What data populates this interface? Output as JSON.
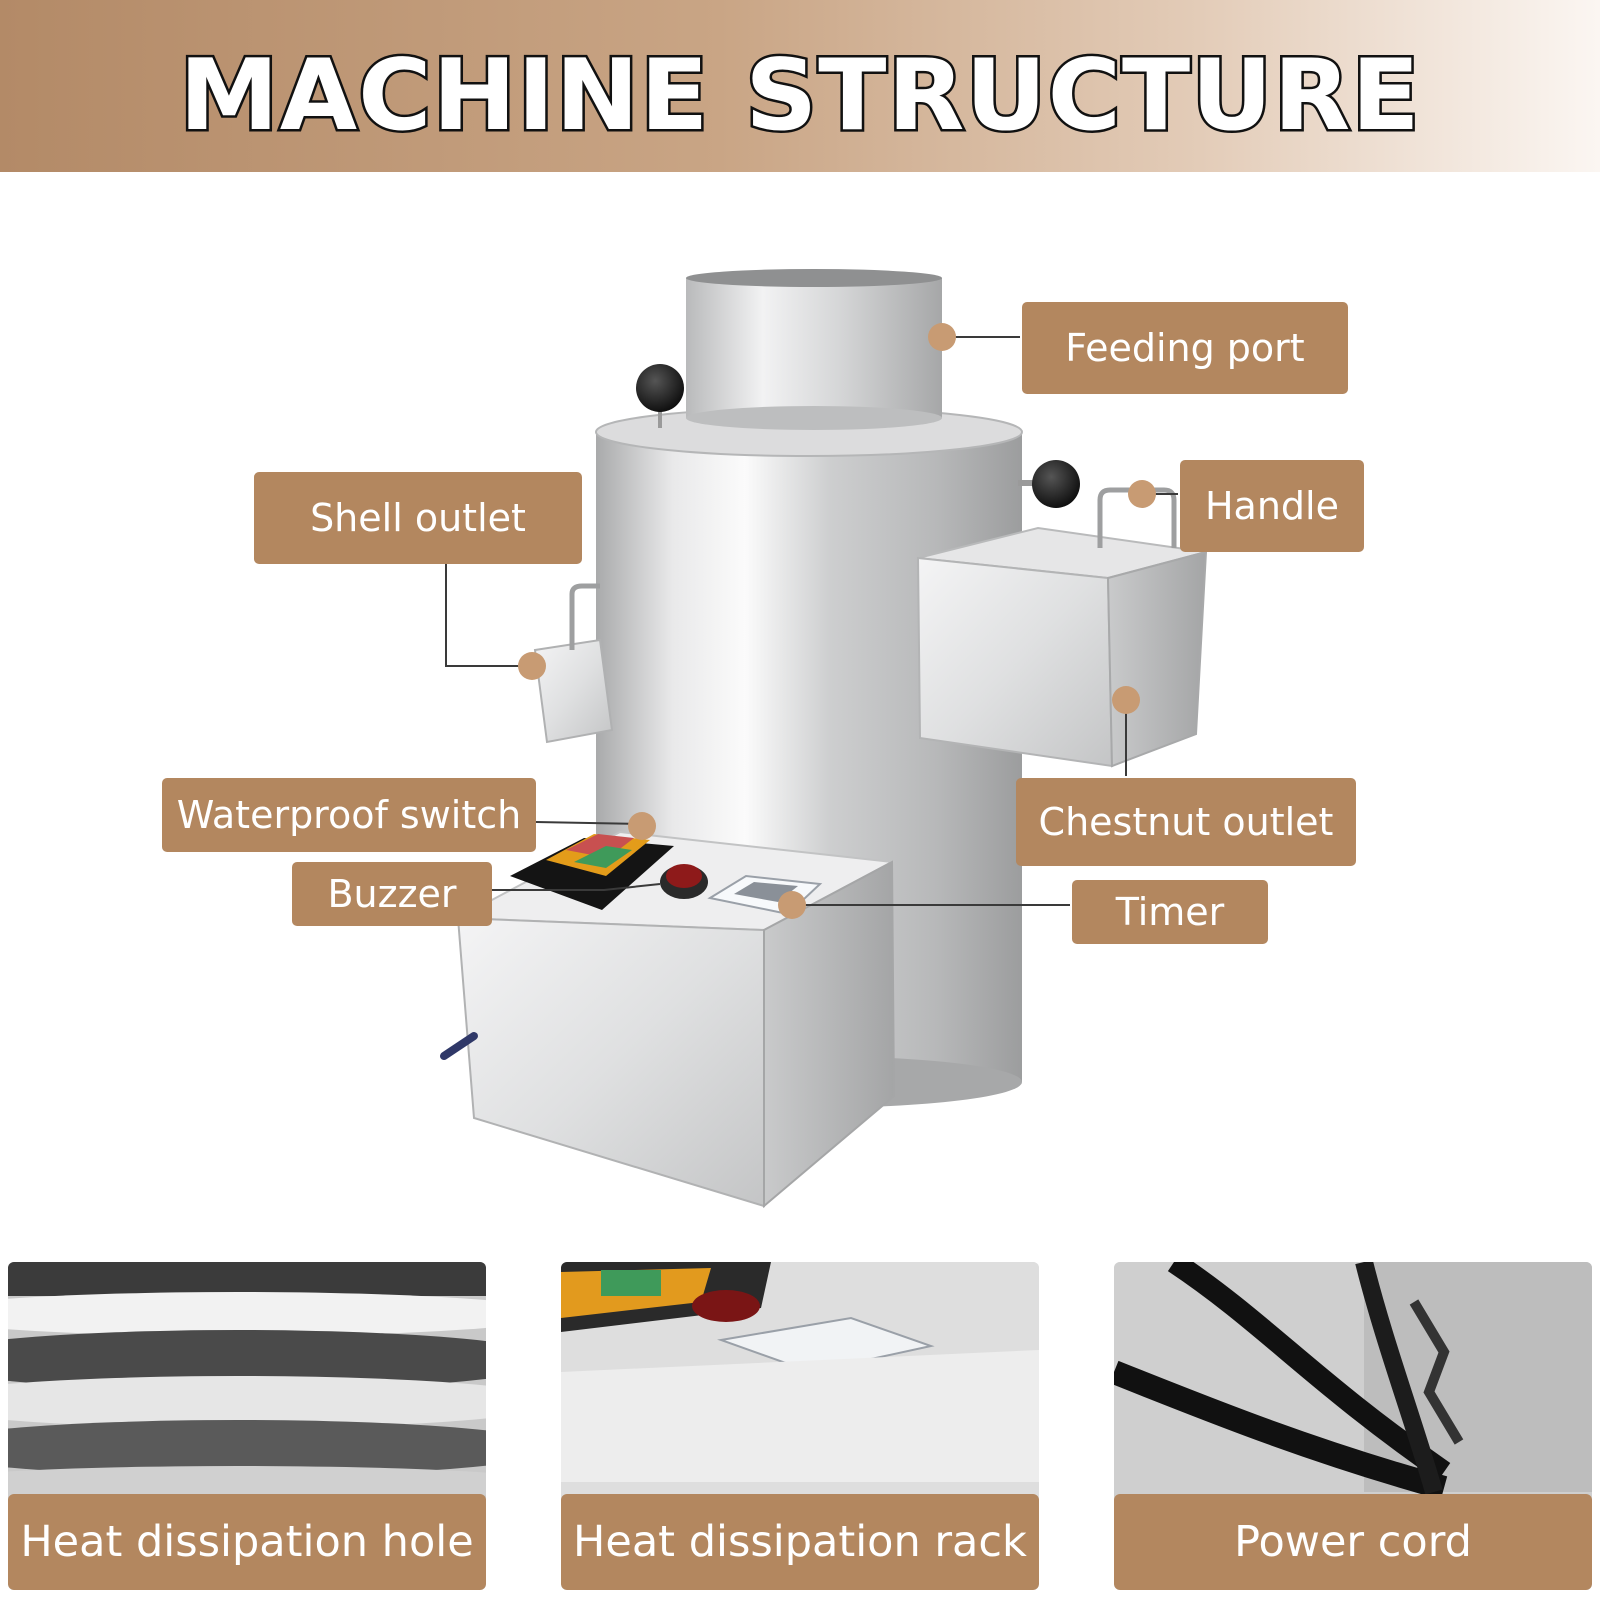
{
  "title": "MACHINE STRUCTURE",
  "callouts": {
    "feeding_port": "Feeding port",
    "handle": "Handle",
    "shell_outlet": "Shell outlet",
    "chestnut_outlet": "Chestnut outlet",
    "waterproof_switch": "Waterproof switch",
    "buzzer": "Buzzer",
    "timer": "Timer"
  },
  "details": [
    {
      "label": "Heat dissipation hole"
    },
    {
      "label": "Heat dissipation rack"
    },
    {
      "label": "Power cord"
    }
  ],
  "colors": {
    "label_brown": "#b3875f",
    "callout_dot": "#c89b73"
  }
}
